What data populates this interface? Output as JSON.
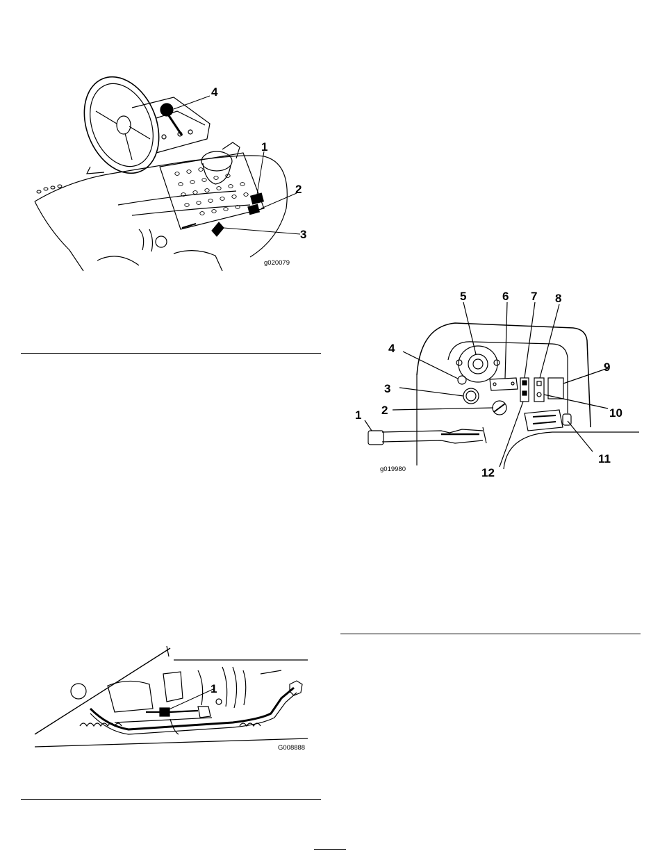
{
  "figures": [
    {
      "id": "g020079",
      "callouts": [
        "1",
        "2",
        "3",
        "4"
      ]
    },
    {
      "id": "g019980",
      "callouts": [
        "1",
        "2",
        "3",
        "4",
        "5",
        "6",
        "7",
        "8",
        "9",
        "10",
        "11",
        "12"
      ]
    },
    {
      "id": "G008888",
      "callouts": [
        "1"
      ]
    }
  ]
}
